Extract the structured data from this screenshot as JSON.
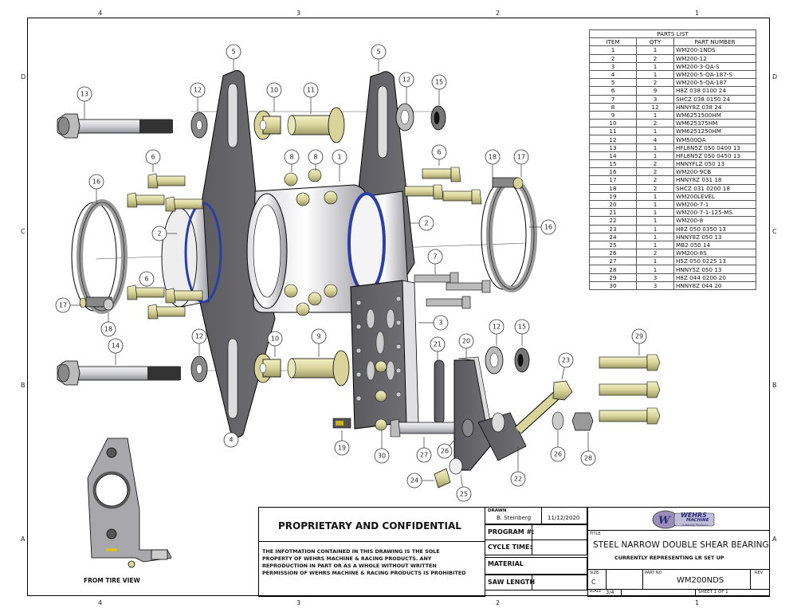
{
  "zones": {
    "top": [
      "4",
      "3",
      "2",
      "1"
    ],
    "bottom": [
      "4",
      "3",
      "2",
      "1"
    ],
    "left": [
      "D",
      "C",
      "B",
      "A"
    ],
    "right": [
      "D",
      "C",
      "B",
      "A"
    ]
  },
  "parts_list": {
    "title": "PARTS LIST",
    "headers": [
      "ITEM",
      "QTY",
      "PART NUMBER"
    ],
    "rows": [
      {
        "item": "1",
        "qty": "1",
        "part": "WM200-1NDS"
      },
      {
        "item": "2",
        "qty": "2",
        "part": "WM200-12"
      },
      {
        "item": "3",
        "qty": "1",
        "part": "WM200-3-QA-S"
      },
      {
        "item": "4",
        "qty": "1",
        "part": "WM200-5-QA-187-S"
      },
      {
        "item": "5",
        "qty": "2",
        "part": "WM200-5-QA-187"
      },
      {
        "item": "6",
        "qty": "9",
        "part": "H8Z 038 0100 24"
      },
      {
        "item": "7",
        "qty": "3",
        "part": "SHCZ 038 0150 24"
      },
      {
        "item": "8",
        "qty": "12",
        "part": "HNNY8Z 038 24"
      },
      {
        "item": "9",
        "qty": "1",
        "part": "WM6251500HM"
      },
      {
        "item": "10",
        "qty": "2",
        "part": "WM625375HM"
      },
      {
        "item": "11",
        "qty": "1",
        "part": "WM6251250HM"
      },
      {
        "item": "12",
        "qty": "4",
        "part": "WM500QA"
      },
      {
        "item": "13",
        "qty": "1",
        "part": "HFL8N5Z 050 0400 13"
      },
      {
        "item": "14",
        "qty": "1",
        "part": "HFL8N5Z 050 0450 13"
      },
      {
        "item": "15",
        "qty": "2",
        "part": "HNNYFLZ 050 13"
      },
      {
        "item": "16",
        "qty": "2",
        "part": "WM200-9CB"
      },
      {
        "item": "17",
        "qty": "2",
        "part": "HNNY8Z 031 18"
      },
      {
        "item": "18",
        "qty": "2",
        "part": "SHCZ 031 0200 18"
      },
      {
        "item": "19",
        "qty": "1",
        "part": "WM200LEVEL"
      },
      {
        "item": "20",
        "qty": "1",
        "part": "WM200-7-1"
      },
      {
        "item": "21",
        "qty": "1",
        "part": "WM200-7-1-125-MS"
      },
      {
        "item": "22",
        "qty": "1",
        "part": "WM200-8"
      },
      {
        "item": "23",
        "qty": "1",
        "part": "H8Z 050 0350 13"
      },
      {
        "item": "24",
        "qty": "1",
        "part": "HNNY8Z 050 13"
      },
      {
        "item": "25",
        "qty": "1",
        "part": "MB2 050 14"
      },
      {
        "item": "26",
        "qty": "2",
        "part": "WM200-8S"
      },
      {
        "item": "27",
        "qty": "1",
        "part": "H5Z 050 0225 13"
      },
      {
        "item": "28",
        "qty": "1",
        "part": "HNNY5Z 050 13"
      },
      {
        "item": "29",
        "qty": "3",
        "part": "H8Z 044 0200 20"
      },
      {
        "item": "30",
        "qty": "3",
        "part": "HNNY8Z 044 20"
      }
    ]
  },
  "balloons": [
    {
      "label": "13",
      "name": "balloon-13"
    },
    {
      "label": "12",
      "name": "balloon-12-top-left"
    },
    {
      "label": "5",
      "name": "balloon-5-left"
    },
    {
      "label": "10",
      "name": "balloon-10-top"
    },
    {
      "label": "11",
      "name": "balloon-11"
    },
    {
      "label": "5",
      "name": "balloon-5-right"
    },
    {
      "label": "12",
      "name": "balloon-12-top-right"
    },
    {
      "label": "15",
      "name": "balloon-15-top"
    },
    {
      "label": "6",
      "name": "balloon-6-left-top"
    },
    {
      "label": "8",
      "name": "balloon-8-a"
    },
    {
      "label": "8",
      "name": "balloon-8-b"
    },
    {
      "label": "1",
      "name": "balloon-1"
    },
    {
      "label": "6",
      "name": "balloon-6-right"
    },
    {
      "label": "18",
      "name": "balloon-18-right"
    },
    {
      "label": "17",
      "name": "balloon-17-right"
    },
    {
      "label": "16",
      "name": "balloon-16-left"
    },
    {
      "label": "2",
      "name": "balloon-2-left"
    },
    {
      "label": "2",
      "name": "balloon-2-right"
    },
    {
      "label": "16",
      "name": "balloon-16-right"
    },
    {
      "label": "6",
      "name": "balloon-6-left-bottom"
    },
    {
      "label": "7",
      "name": "balloon-7"
    },
    {
      "label": "17",
      "name": "balloon-17-left"
    },
    {
      "label": "18",
      "name": "balloon-18-left"
    },
    {
      "label": "3",
      "name": "balloon-3"
    },
    {
      "label": "14",
      "name": "balloon-14"
    },
    {
      "label": "12",
      "name": "balloon-12-bottom-left"
    },
    {
      "label": "10",
      "name": "balloon-10-bottom"
    },
    {
      "label": "9",
      "name": "balloon-9"
    },
    {
      "label": "12",
      "name": "balloon-12-bottom-right"
    },
    {
      "label": "15",
      "name": "balloon-15-bottom"
    },
    {
      "label": "21",
      "name": "balloon-21"
    },
    {
      "label": "20",
      "name": "balloon-20"
    },
    {
      "label": "29",
      "name": "balloon-29"
    },
    {
      "label": "23",
      "name": "balloon-23"
    },
    {
      "label": "4",
      "name": "balloon-4"
    },
    {
      "label": "19",
      "name": "balloon-19"
    },
    {
      "label": "30",
      "name": "balloon-30"
    },
    {
      "label": "27",
      "name": "balloon-27"
    },
    {
      "label": "26",
      "name": "balloon-26-left"
    },
    {
      "label": "26",
      "name": "balloon-26-right"
    },
    {
      "label": "28",
      "name": "balloon-28"
    },
    {
      "label": "22",
      "name": "balloon-22"
    },
    {
      "label": "24",
      "name": "balloon-24"
    },
    {
      "label": "25",
      "name": "balloon-25"
    }
  ],
  "detail_view": {
    "label": "FROM TIRE VIEW"
  },
  "title_block": {
    "proprietary_heading": "PROPRIETARY AND CONFIDENTIAL",
    "proprietary_lines": [
      "THE INFOTMATION CONTAINED IN THIS DRAWING IS THE SOLE",
      "PROPERTY OF WEHRS MACHINE & RACING PRODUCTS. ANY",
      "REPRODUCTION IN PART OR AS A WHOLE WITHOUT WRITTEN",
      "PERMISSION OF WEHRS MACHINE & RACING PRODUCTS IS PROHIBITED"
    ],
    "drawn_label": "DRAWN",
    "drawn_by": "B. Steinberg",
    "drawn_date": "11/12/2020",
    "program_label": "PROGRAM #:",
    "program_value": "",
    "cycle_label": "CYCLE TIME:",
    "cycle_value": "",
    "material_label": "MATERIAL",
    "material_value": "",
    "saw_label": "SAW LENGTH",
    "saw_value": "",
    "logo_text_1": "WEHRS",
    "logo_text_2": "MACHINE",
    "logo_text_3": "& Racing Products",
    "title_label": "TITLE",
    "title": "STEEL NARROW DOUBLE SHEAR BEARING",
    "subtitle": "CURRENTLY REPRESENTING LR SET UP",
    "size_label": "SIZE",
    "size": "C",
    "partno_label": "PART NO",
    "partno": "WM200NDS",
    "rev_label": "REV",
    "rev": "",
    "scale_label": "SCALE",
    "scale": "3/4",
    "sheet_text": "SHEET 1  OF 1"
  }
}
